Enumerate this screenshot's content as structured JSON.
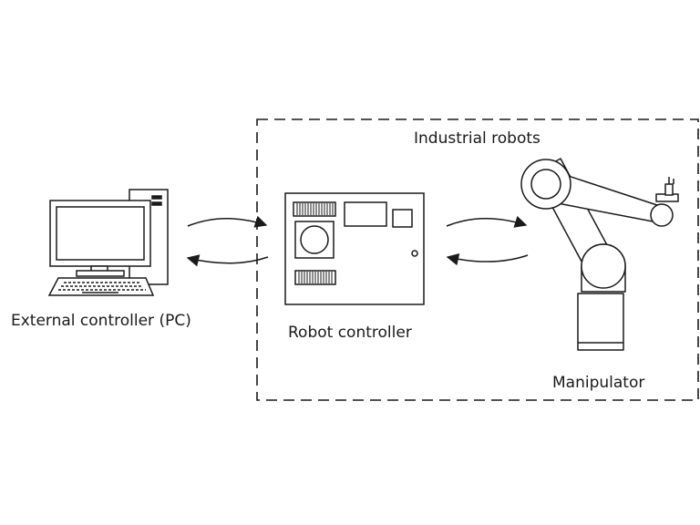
{
  "labels": {
    "pc": "External controller (PC)",
    "robot_controller": "Robot controller",
    "industrial_robots": "Industrial robots",
    "manipulator": "Manipulator"
  },
  "colors": {
    "stroke": "#1a1a1a",
    "fill": "#ffffff"
  },
  "icons": {
    "pc": "desktop-computer-icon",
    "controller": "circuit-board-icon",
    "manipulator": "robot-arm-icon"
  }
}
